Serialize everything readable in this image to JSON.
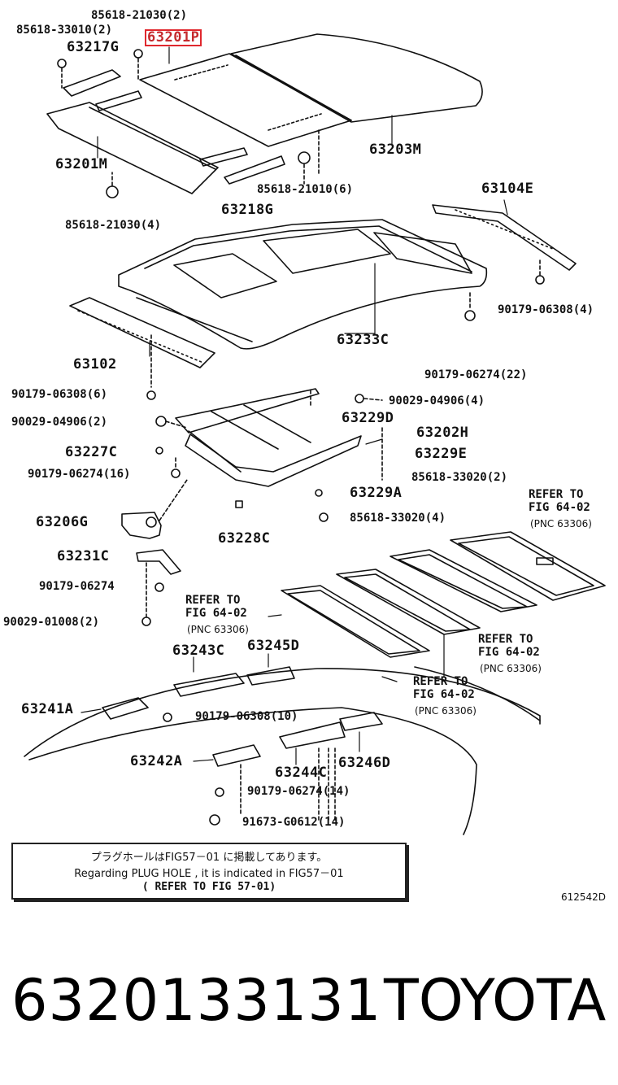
{
  "callouts": {
    "c01": "85618-21030(2)",
    "c02": "85618-33010(2)",
    "c03": "63201P",
    "c04": "63217G",
    "c05": "63201M",
    "c06": "63203M",
    "c07": "85618-21010(6)",
    "c08": "63218G",
    "c09": "85618-21030(4)",
    "c10": "63104E",
    "c11": "90179-06308(4)",
    "c12": "63102",
    "c13": "63233C",
    "c14": "90179-06274(22)",
    "c15": "90179-06308(6)",
    "c16": "90029-04906(4)",
    "c17": "90029-04906(2)",
    "c18": "63229D",
    "c19": "63202H",
    "c20": "63227C",
    "c21": "63229E",
    "c22": "90179-06274(16)",
    "c23": "85618-33020(2)",
    "c24": "63229A",
    "c25": "85618-33020(4)",
    "c26": "63206G",
    "c27": "63228C",
    "c28": "63231C",
    "c29": "90179-06274",
    "c30": "90029-01008(2)",
    "c31": "63243C",
    "c32": "63245D",
    "c33": "63241A",
    "c34": "90179-06308(10)",
    "c35": "63242A",
    "c36": "63244C",
    "c37": "63246D",
    "c38": "90179-06274(14)",
    "c39": "91673-G0612(14)"
  },
  "refs": [
    {
      "text": "REFER TO\nFIG 64-02",
      "pnc": "(PNC 63306)"
    },
    {
      "text": "REFER TO\nFIG 64-02",
      "pnc": "(PNC 63306)"
    },
    {
      "text": "REFER TO\nFIG 64-02",
      "pnc": "(PNC 63306)"
    },
    {
      "text": "REFER TO\nFIG 64-02",
      "pnc": "(PNC 63306)"
    }
  ],
  "note": {
    "line1": "プラグホールはFIG57－01 に掲載してあります。",
    "line2": "Regarding  PLUG  HOLE  , it  is  indicated  in  FIG57－01",
    "line3": "(  REFER TO FIG 57-01)"
  },
  "figure_id": "612542D",
  "part_number": "6320133131",
  "brand": "TOYOTA",
  "colors": {
    "highlight": "#e0282e",
    "ink": "#111111"
  }
}
